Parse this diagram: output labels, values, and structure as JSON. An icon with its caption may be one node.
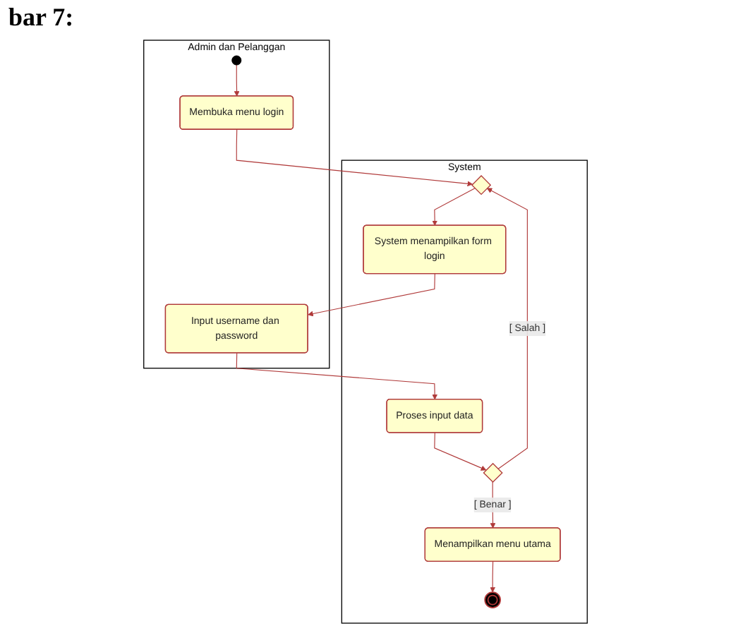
{
  "diagram": {
    "title": "bar 7:",
    "nodes": [
      {
        "text": [
          "Admin dan Pelanggan"
        ]
      },
      {
        "text": [
          "System"
        ]
      },
      {
        "text": [],
        "shape": "circle",
        "in": 0
      },
      {
        "text": [
          "Membuka menu login"
        ],
        "in": 0
      },
      {
        "text": [
          "Input username dan password"
        ],
        "in": 0
      },
      {
        "text": [],
        "shape": "diamond",
        "in": 1
      },
      {
        "text": [
          "System menampilkan form login"
        ],
        "in": 1
      },
      {
        "text": [
          "Proses input data"
        ],
        "in": 1
      },
      {
        "text": [],
        "shape": "diamond",
        "in": 1
      },
      {
        "text": [
          "Menampilkan menu utama"
        ],
        "in": 1
      },
      {
        "text": [],
        "shape": "bullseye",
        "in": 1
      }
    ],
    "edges": [
      {
        "from": 2,
        "to": 3,
        "arrow": "to"
      },
      {
        "from": 3,
        "to": 5,
        "arrow": "to"
      },
      {
        "from": 5,
        "to": 6,
        "arrow": "to"
      },
      {
        "from": 6,
        "to": 4,
        "arrow": "to"
      },
      {
        "from": 4,
        "to": 7,
        "arrow": "to"
      },
      {
        "from": 7,
        "to": 8,
        "arrow": "to"
      },
      {
        "from": 8,
        "to": 5,
        "arrow": "to",
        "label": "[ Salah ]"
      },
      {
        "from": 8,
        "to": 9,
        "arrow": "to",
        "label": "[ Benar ]"
      },
      {
        "from": 9,
        "to": 10,
        "arrow": "to"
      }
    ]
  }
}
